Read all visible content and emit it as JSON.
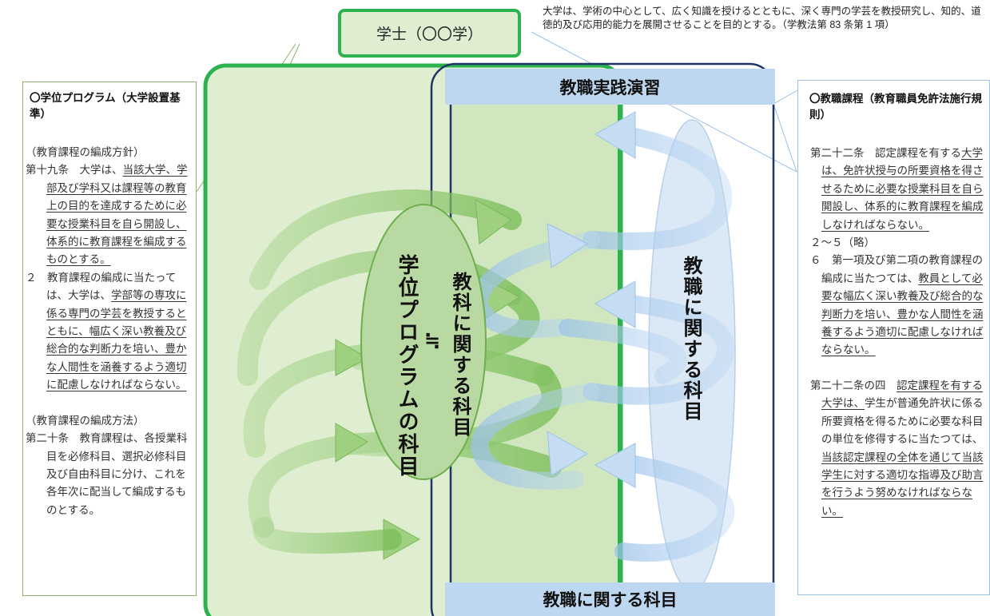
{
  "top": {
    "gakushi_label": "学士（〇〇学）",
    "note": "大学は、学術の中心として、広く知識を授けるとともに、深く専門の学芸を教授研究し、知的、道徳的及び応用的能力を展開させることを目的とする。（学教法第 83 条第 1 項）"
  },
  "left_panel": {
    "heading": "〇学位プログラム（大学設置基準）",
    "sub1": "（教育課程の編成方針）",
    "art19_head": "第十九条　大学は、",
    "art19_under": "当該大学、学部及び学科又は課程等の教育上の目的を達成するために必要な授業科目を自ら開設し、体系的に教育課程を編成するものとする。",
    "p2_head": "２　教育課程の編成に当たっては、大学は、",
    "p2_u1": "学部等の専攻に係る専門の学芸を教授するとともに、幅広く深い教養及び総合的な判断力を培い、豊かな人間性を涵養するよう適切に配慮しなければならない。",
    "sub2": "（教育課程の編成方法）",
    "art20": "第二十条　教育課程は、各授業科目を必修科目、選択必修科目及び自由科目に分け、これを各年次に配当して編成するものとする。"
  },
  "right_panel": {
    "heading": "〇教職課程（教育職員免許法施行規則）",
    "art22_head": "第二十二条　認定課程を有する",
    "art22_under": "大学は、免許状授与の所要資格を得させるために必要な授業科目を自ら開設し、体系的に教育課程を編成しなければならない。",
    "p2_5": "２～５（略）",
    "p6_head": "６　第一項及び第二項の教育課程の編成に当たつては、",
    "p6_under": "教員として必要な幅広く深い教養及び総合的な判断力を培い、豊かな人間性を涵養するよう適切に配慮しなければならない。",
    "art22_4_head": "第二十二条の四",
    "art22_4_u1": "認定課程を有する大学は、",
    "art22_4_mid": "学生が普通免許状に係る所要資格を得るために必要な科目の単位を修得するに当たつては、",
    "art22_4_u2": "当該認定課程の全体を通じて当該学生に対する適切な指導及び助言を行うよう努めなければならない。"
  },
  "center": {
    "band_top": "教職実践演習",
    "band_bottom": "教職に関する科目",
    "ellipse_green_line1": "学位プログラムの科目",
    "approx": "≒",
    "kyoka": "教科に関する科目",
    "kyoshoku": "教職に関する科目"
  },
  "colors": {
    "green_border": "#2db34e",
    "green_fill": "#dfeed0",
    "green_ellipse": "#b9d9a3",
    "navy_border": "#1f3466",
    "blue_band": "#bcd7ef",
    "blue_ellipse": "#dbe8f6"
  }
}
